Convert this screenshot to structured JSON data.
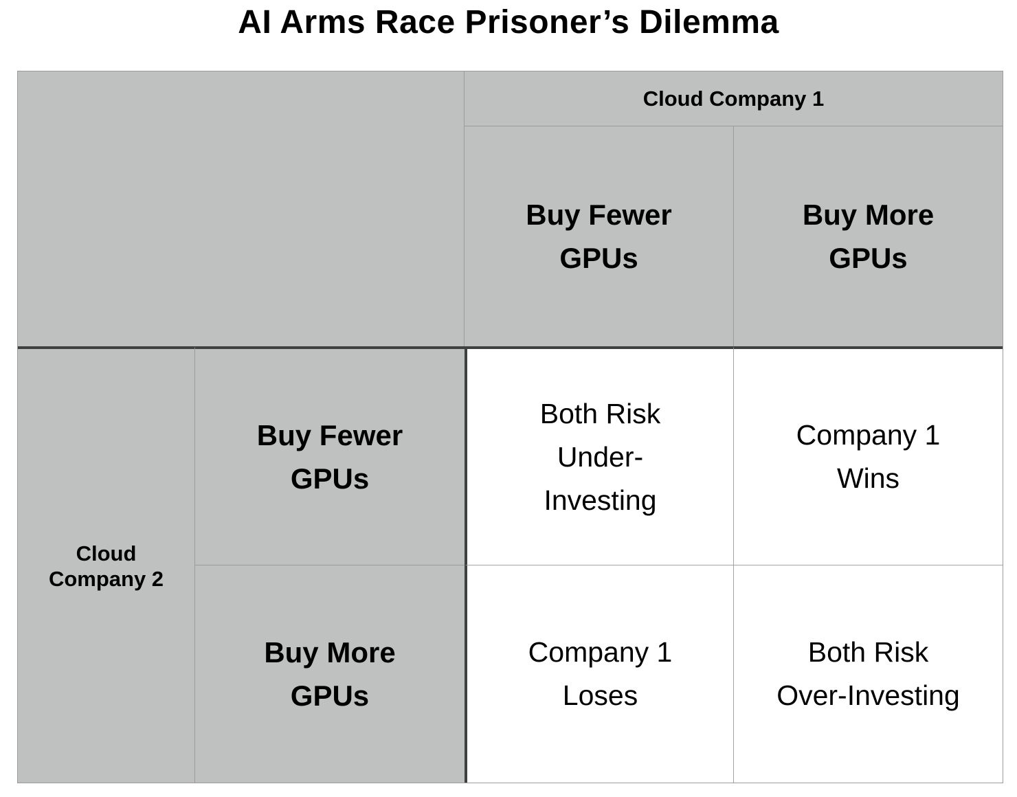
{
  "title": "AI Arms Race Prisoner’s Dilemma",
  "matrix": {
    "column_player": {
      "name": "Cloud Company 1",
      "strategies": [
        "Buy Fewer\nGPUs",
        "Buy More\nGPUs"
      ]
    },
    "row_player": {
      "name": "Cloud\nCompany 2",
      "strategies": [
        "Buy Fewer\nGPUs",
        "Buy More\nGPUs"
      ]
    },
    "outcomes": [
      [
        "Both Risk\nUnder-\nInvesting",
        "Company 1\nWins"
      ],
      [
        "Company 1\nLoses",
        "Both Risk\nOver-Investing"
      ]
    ]
  },
  "colors": {
    "header_bg": "#bfc1c1",
    "cell_bg": "#ffffff",
    "dark_divider": "#3f4040",
    "light_divider": "#9b9b9b",
    "text": "#000000"
  }
}
